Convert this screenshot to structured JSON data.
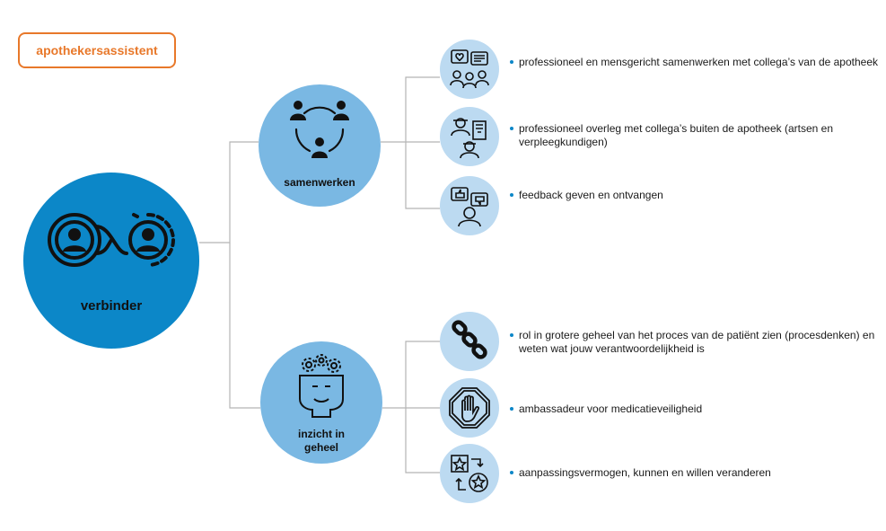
{
  "header": {
    "role_tag": "apothekersassistent"
  },
  "colors": {
    "accent_orange": "#e8782a",
    "primary_blue": "#0c87c8",
    "mid_blue": "#7ab8e3",
    "light_blue": "#bcdaf1",
    "connector_gray": "#b5b5b5"
  },
  "main_node": {
    "label": "verbinder",
    "icon": "infinity-people-icon"
  },
  "branches": [
    {
      "label": "samenwerken",
      "icon": "team-circle-icon",
      "items": [
        {
          "icon": "group-chat-icon",
          "text": "professioneel en mensgericht samenwerken met collega’s van de apotheek"
        },
        {
          "icon": "medical-staff-icon",
          "text": "professioneel overleg met collega’s buiten de apotheek (artsen en verpleegkundigen)"
        },
        {
          "icon": "feedback-icon",
          "text": "feedback geven en ontvangen"
        }
      ]
    },
    {
      "label_line1": "inzicht in",
      "label_line2": "geheel",
      "icon": "head-gears-icon",
      "items": [
        {
          "icon": "chain-link-icon",
          "text": "rol in grotere geheel van het proces van de patiënt zien (procesdenken) en weten wat jouw verantwoordelijkheid is"
        },
        {
          "icon": "stop-hand-icon",
          "text": "ambassadeur voor medicatieveiligheid"
        },
        {
          "icon": "star-swap-icon",
          "text": "aanpassingsvermogen, kunnen en willen veranderen"
        }
      ]
    }
  ]
}
